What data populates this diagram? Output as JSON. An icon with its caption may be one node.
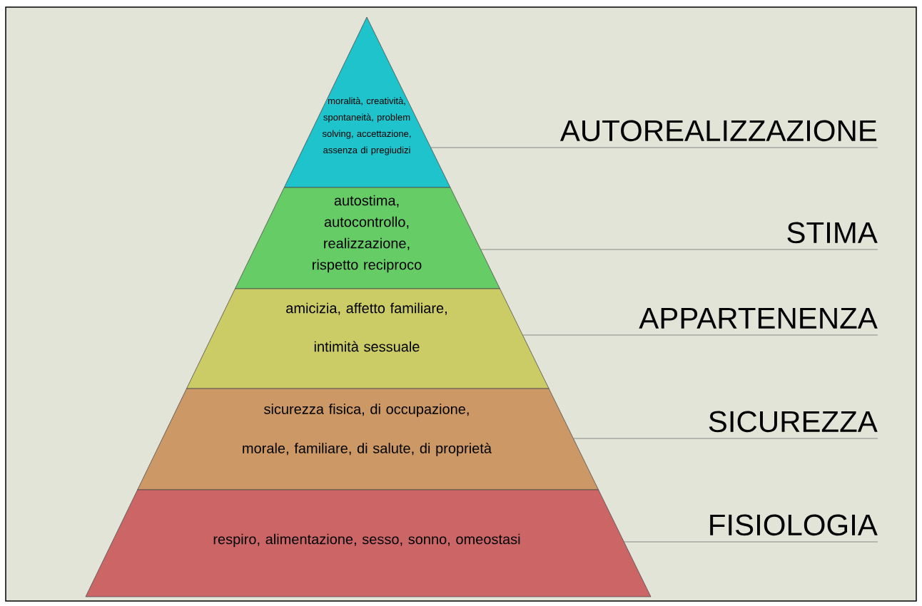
{
  "diagram": {
    "nodes": [
      {
        "text": [
          "moralità, creatività, spontaneità, problem solving, accettazione, assenza di pregiudizi"
        ]
      },
      {
        "text": [
          "autostima, autocontrollo, realizzazione, rispetto reciproco"
        ]
      },
      {
        "text": [
          "amicizia, affetto familiare, intimità sessuale"
        ]
      },
      {
        "text": [
          "sicurezza fisica, di occupazione, morale, familiare, di salute, di proprietà"
        ]
      },
      {
        "text": [
          "respiro, alimentazione, sesso, sonno, omeostasi"
        ]
      },
      {
        "text": [
          "AUTOREALIZZAZIONE"
        ]
      },
      {
        "text": [
          "STIMA"
        ]
      },
      {
        "text": [
          "APPARTENENZA"
        ]
      },
      {
        "text": [
          "SICUREZZA"
        ]
      },
      {
        "text": [
          "FISIOLOGIA"
        ]
      }
    ],
    "edges": [
      {
        "from": 0,
        "to": 5,
        "arrow": "none"
      },
      {
        "from": 1,
        "to": 6,
        "arrow": "none"
      },
      {
        "from": 2,
        "to": 7,
        "arrow": "none"
      },
      {
        "from": 3,
        "to": 8,
        "arrow": "none"
      },
      {
        "from": 4,
        "to": 9,
        "arrow": "none"
      }
    ]
  }
}
